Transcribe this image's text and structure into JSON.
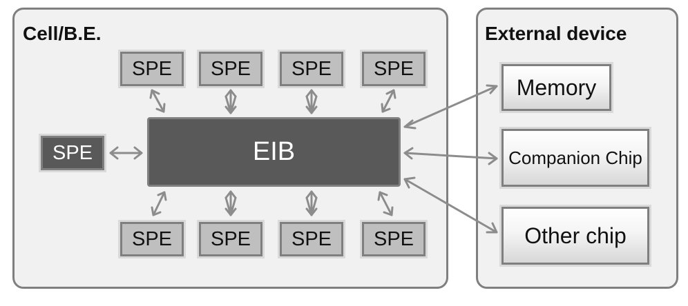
{
  "cell": {
    "title": "Cell/B.E.",
    "eib_label": "EIB",
    "spe_label": "SPE"
  },
  "external": {
    "title": "External device",
    "memory": "Memory",
    "companion": "Companion Chip",
    "other": "Other chip"
  },
  "colors": {
    "panel_fill": "#f1f1f1",
    "border": "#7f7f7f",
    "spe_fill": "#bfbfbf",
    "dark_fill": "#595959",
    "arrow": "#8c8c8c"
  }
}
